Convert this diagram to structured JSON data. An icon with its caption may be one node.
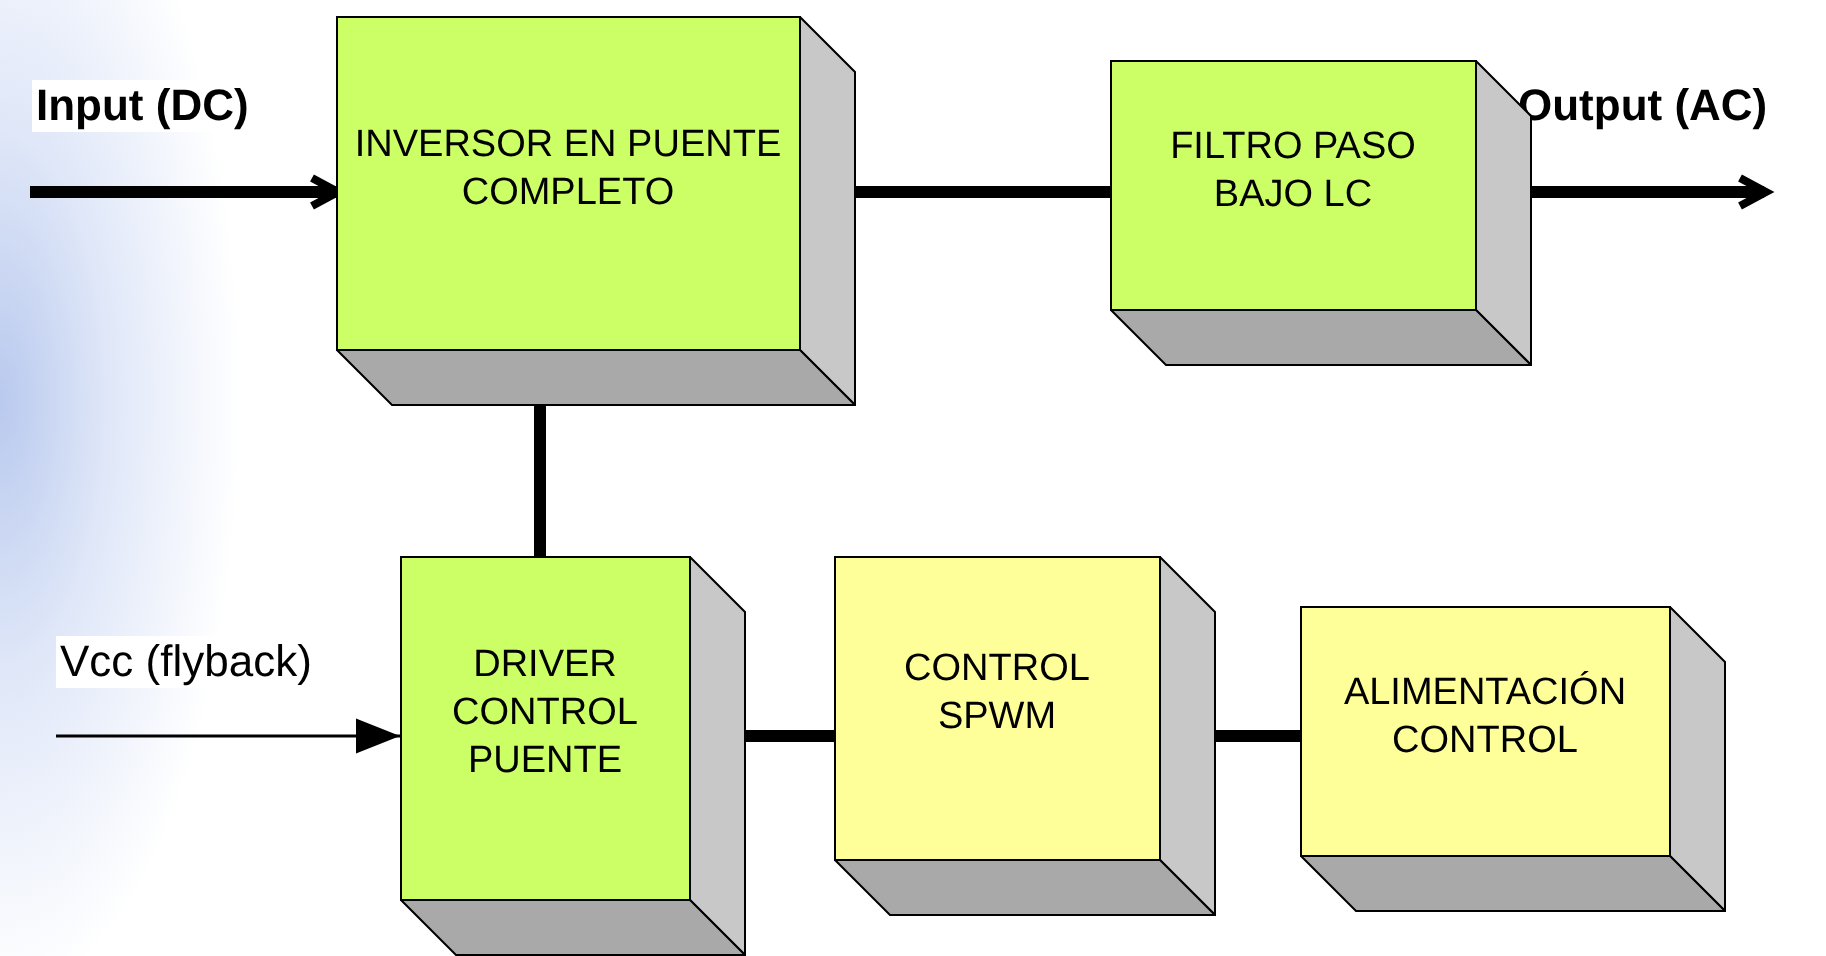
{
  "diagram": {
    "nodes": [
      {
        "text": [
          "INVERSOR EN PUENTE COMPLETO"
        ]
      },
      {
        "text": [
          "FILTRO PASO BAJO LC"
        ]
      },
      {
        "text": [
          "DRIVER CONTROL PUENTE"
        ]
      },
      {
        "text": [
          "CONTROL SPWM"
        ]
      },
      {
        "text": [
          "ALIMENTACIÓN CONTROL"
        ]
      }
    ],
    "edges": [
      {
        "from": null,
        "to": 0,
        "arrow": "to",
        "label": "Input (DC)"
      },
      {
        "from": 0,
        "to": 1,
        "arrow": "none"
      },
      {
        "from": 1,
        "to": null,
        "arrow": "to",
        "label": "Output (AC)"
      },
      {
        "from": 0,
        "to": 2,
        "arrow": "none"
      },
      {
        "from": null,
        "to": 2,
        "arrow": "to",
        "label": "Vcc (flyback)"
      },
      {
        "from": 2,
        "to": 3,
        "arrow": "none"
      },
      {
        "from": 3,
        "to": 4,
        "arrow": "none"
      }
    ]
  }
}
